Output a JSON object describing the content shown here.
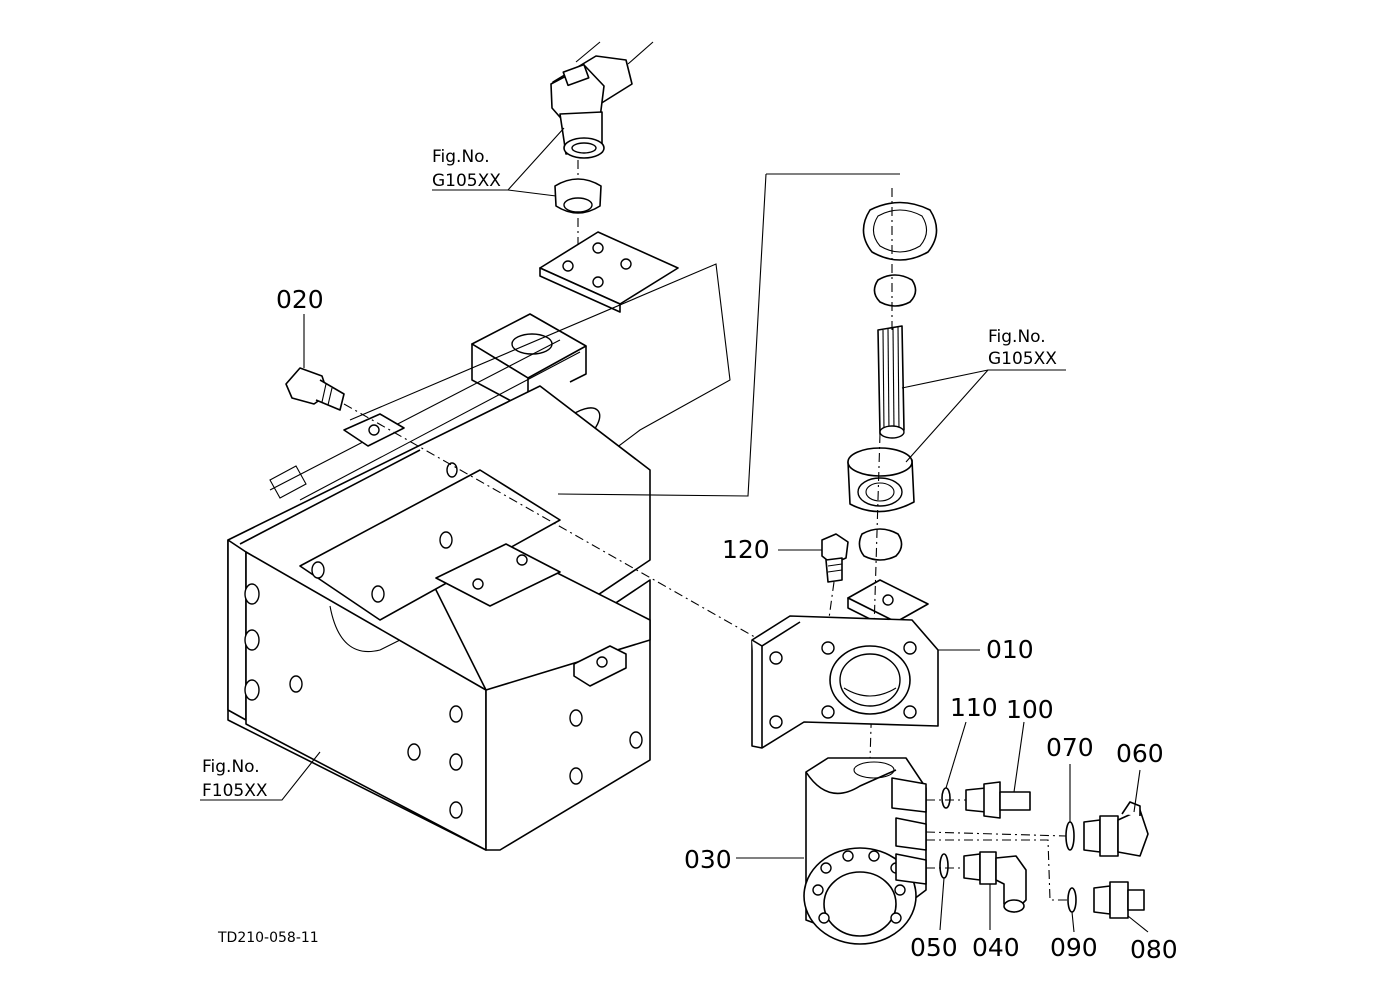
{
  "drawing_id": "TD210-058-11",
  "figure_refs": {
    "top": {
      "line1": "Fig.No.",
      "line2": "G105XX"
    },
    "right": {
      "line1": "Fig.No.",
      "line2": "G105XX"
    },
    "frame": {
      "line1": "Fig.No.",
      "line2": "F105XX"
    }
  },
  "part_labels": {
    "p010": "010",
    "p020": "020",
    "p030": "030",
    "p040": "040",
    "p050": "050",
    "p060": "060",
    "p070": "070",
    "p080": "080",
    "p090": "090",
    "p100": "100",
    "p110": "110",
    "p120": "120"
  }
}
